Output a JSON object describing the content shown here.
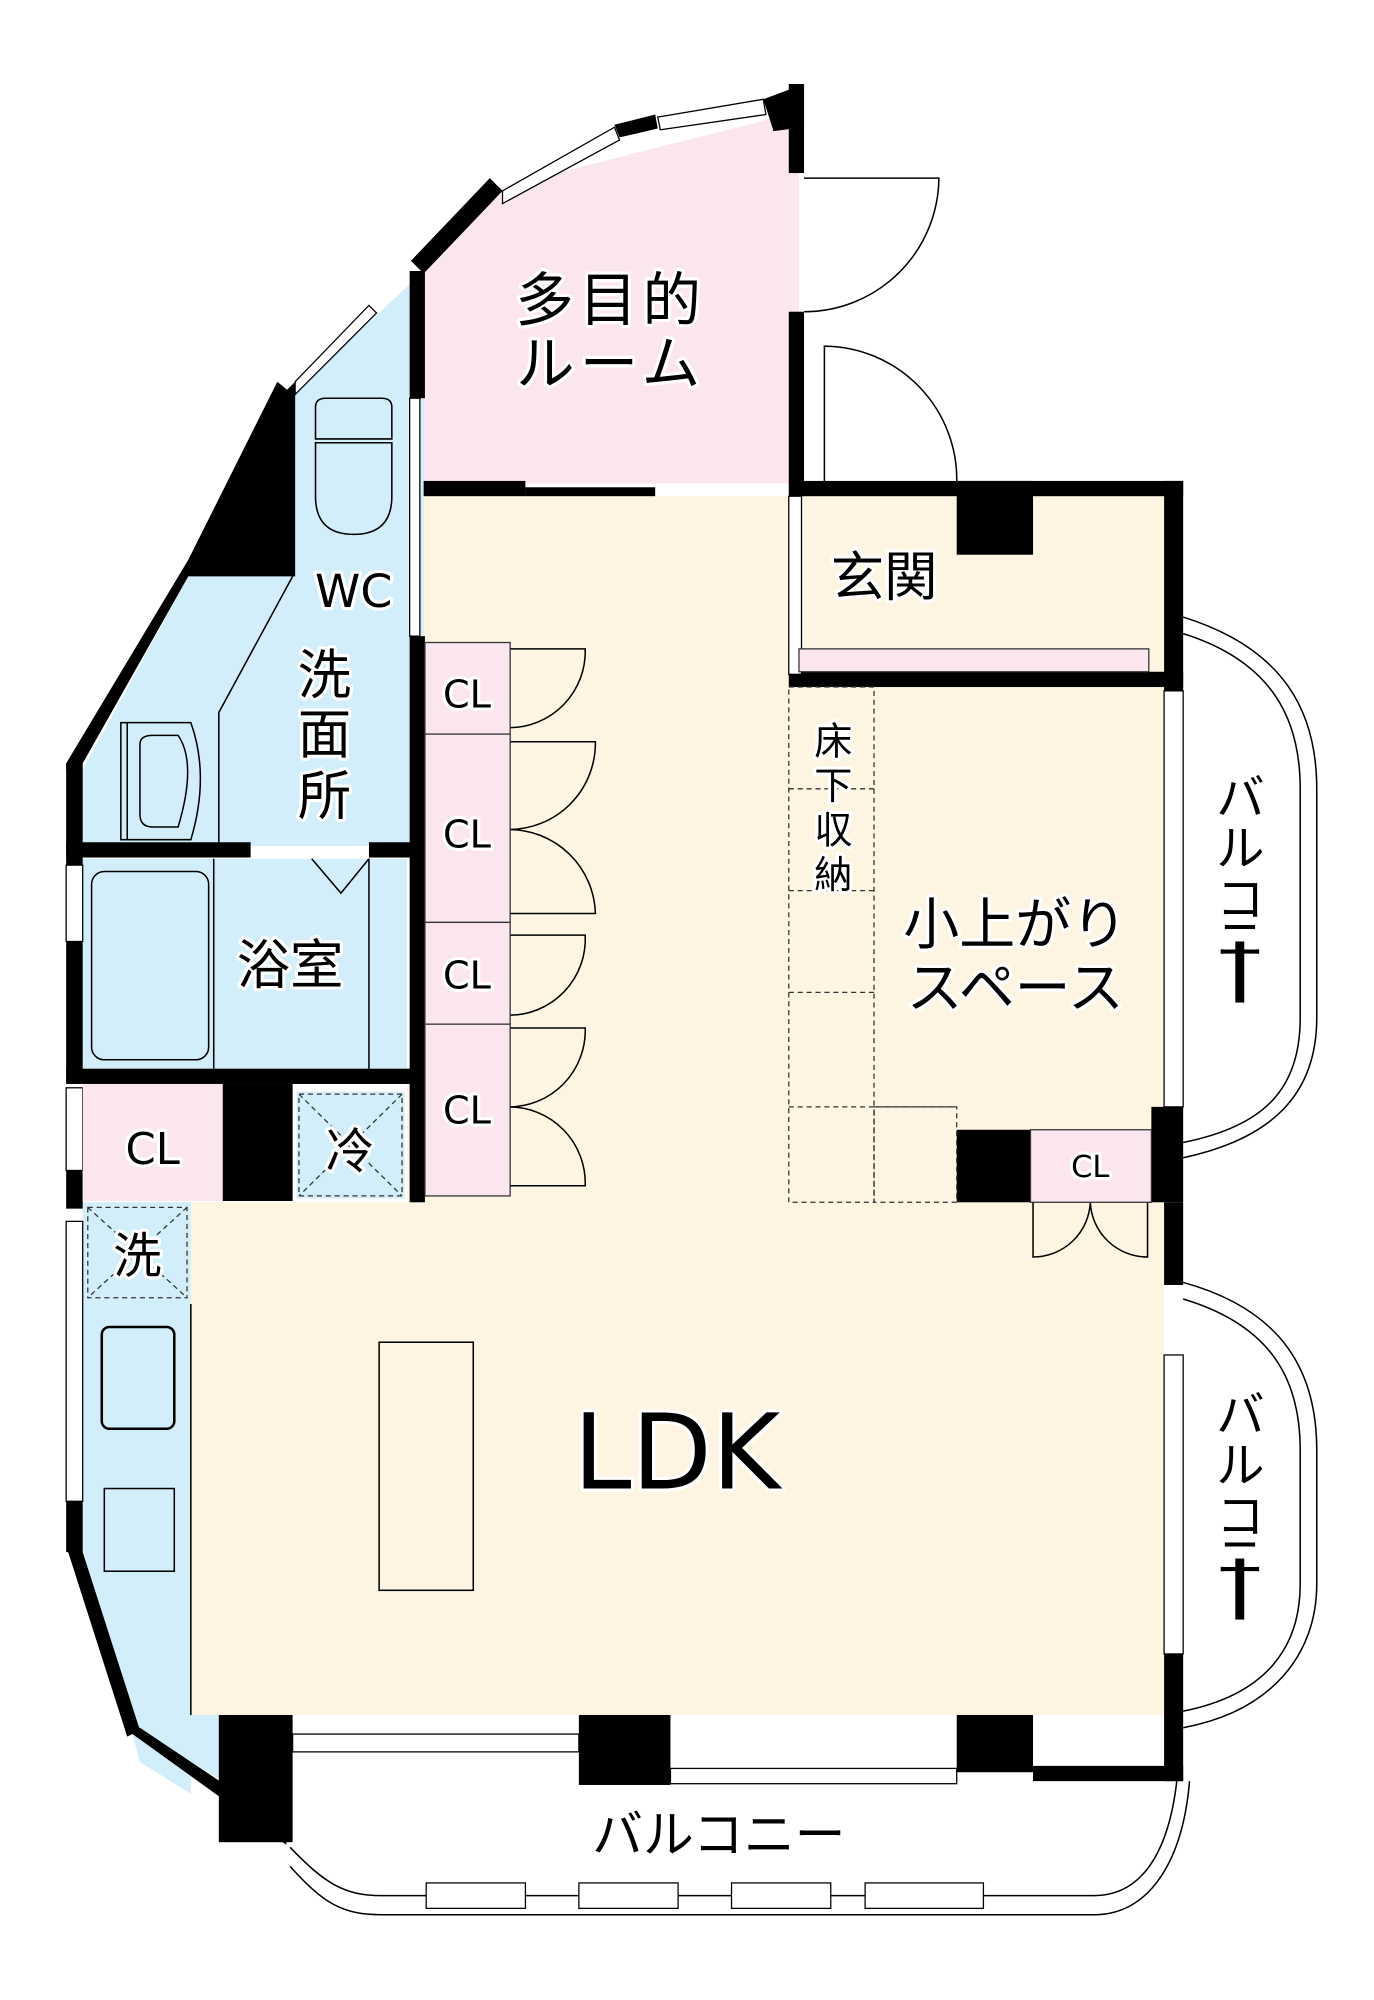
{
  "floor_plan": {
    "colors": {
      "wall": "#000000",
      "living_floor": "#fdf5e2",
      "private_room": "#fbe5ef",
      "wet_area": "#d2eefb",
      "closet": "#fbe5ef",
      "background": "#ffffff"
    },
    "rooms": {
      "multipurpose": {
        "line1": "多目的",
        "line2": "ルーム"
      },
      "wc": "WC",
      "washroom": {
        "c1": "洗",
        "c2": "面",
        "c3": "所"
      },
      "bathroom": "浴室",
      "entrance": "玄関",
      "underfloor_storage": {
        "c1": "床",
        "c2": "下",
        "c3": "収",
        "c4": "納"
      },
      "loft_space": {
        "line1": "小上がり",
        "line2": "スペース"
      },
      "ldk": "LDK",
      "balcony_bottom": "バルコニー",
      "balcony_right_top": {
        "c1": "バ",
        "c2": "ル",
        "c3": "コ",
        "c4": "ニ",
        "c5": "ー"
      },
      "balcony_right_bottom": {
        "c1": "バ",
        "c2": "ル",
        "c3": "コ",
        "c4": "ニ",
        "c5": "ー"
      }
    },
    "closets": [
      "CL",
      "CL",
      "CL",
      "CL",
      "CL",
      "CL"
    ],
    "appliances": {
      "fridge": "冷",
      "washer": "洗"
    }
  }
}
